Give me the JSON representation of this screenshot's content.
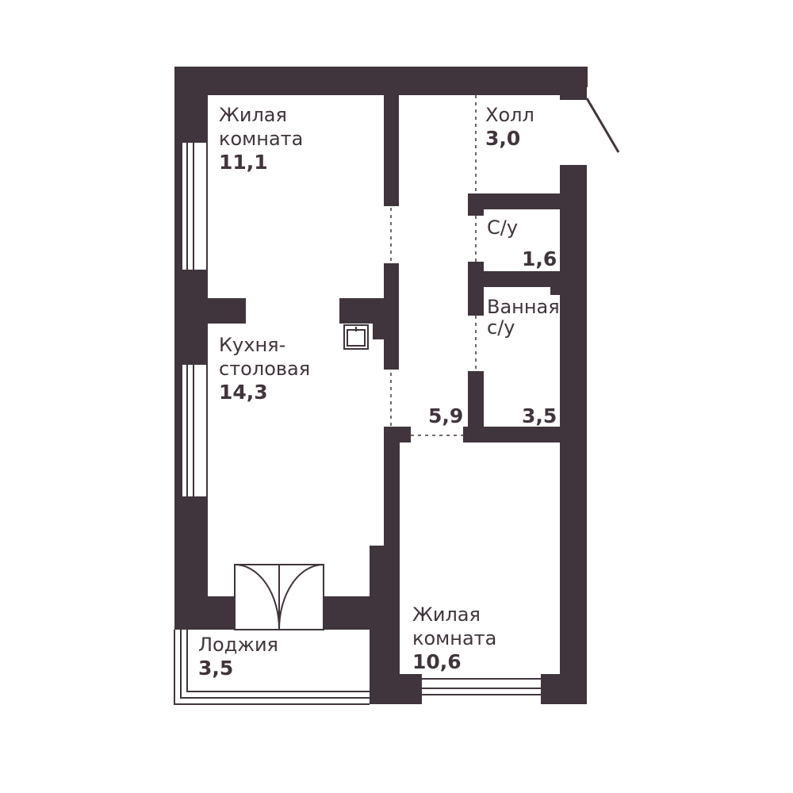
{
  "colors": {
    "wall": "#40353c",
    "background": "#ffffff",
    "text": "#40353c"
  },
  "rooms": {
    "living1": {
      "name_line1": "Жилая",
      "name_line2": "комната",
      "area": "11,1"
    },
    "hall": {
      "name": "Холл",
      "area": "3,0"
    },
    "wc": {
      "name": "С/у",
      "area": "1,6"
    },
    "bath": {
      "name_line1": "Ванная",
      "name_line2": "с/у",
      "area": "3,5"
    },
    "kitchen": {
      "name_line1": "Кухня-",
      "name_line2": "столовая",
      "area": "14,3"
    },
    "corridor": {
      "area": "5,9"
    },
    "living2": {
      "name_line1": "Жилая",
      "name_line2": "комната",
      "area": "10,6"
    },
    "loggia": {
      "name": "Лоджия",
      "area": "3,5"
    }
  },
  "icons": {
    "sink": "sink-icon"
  }
}
